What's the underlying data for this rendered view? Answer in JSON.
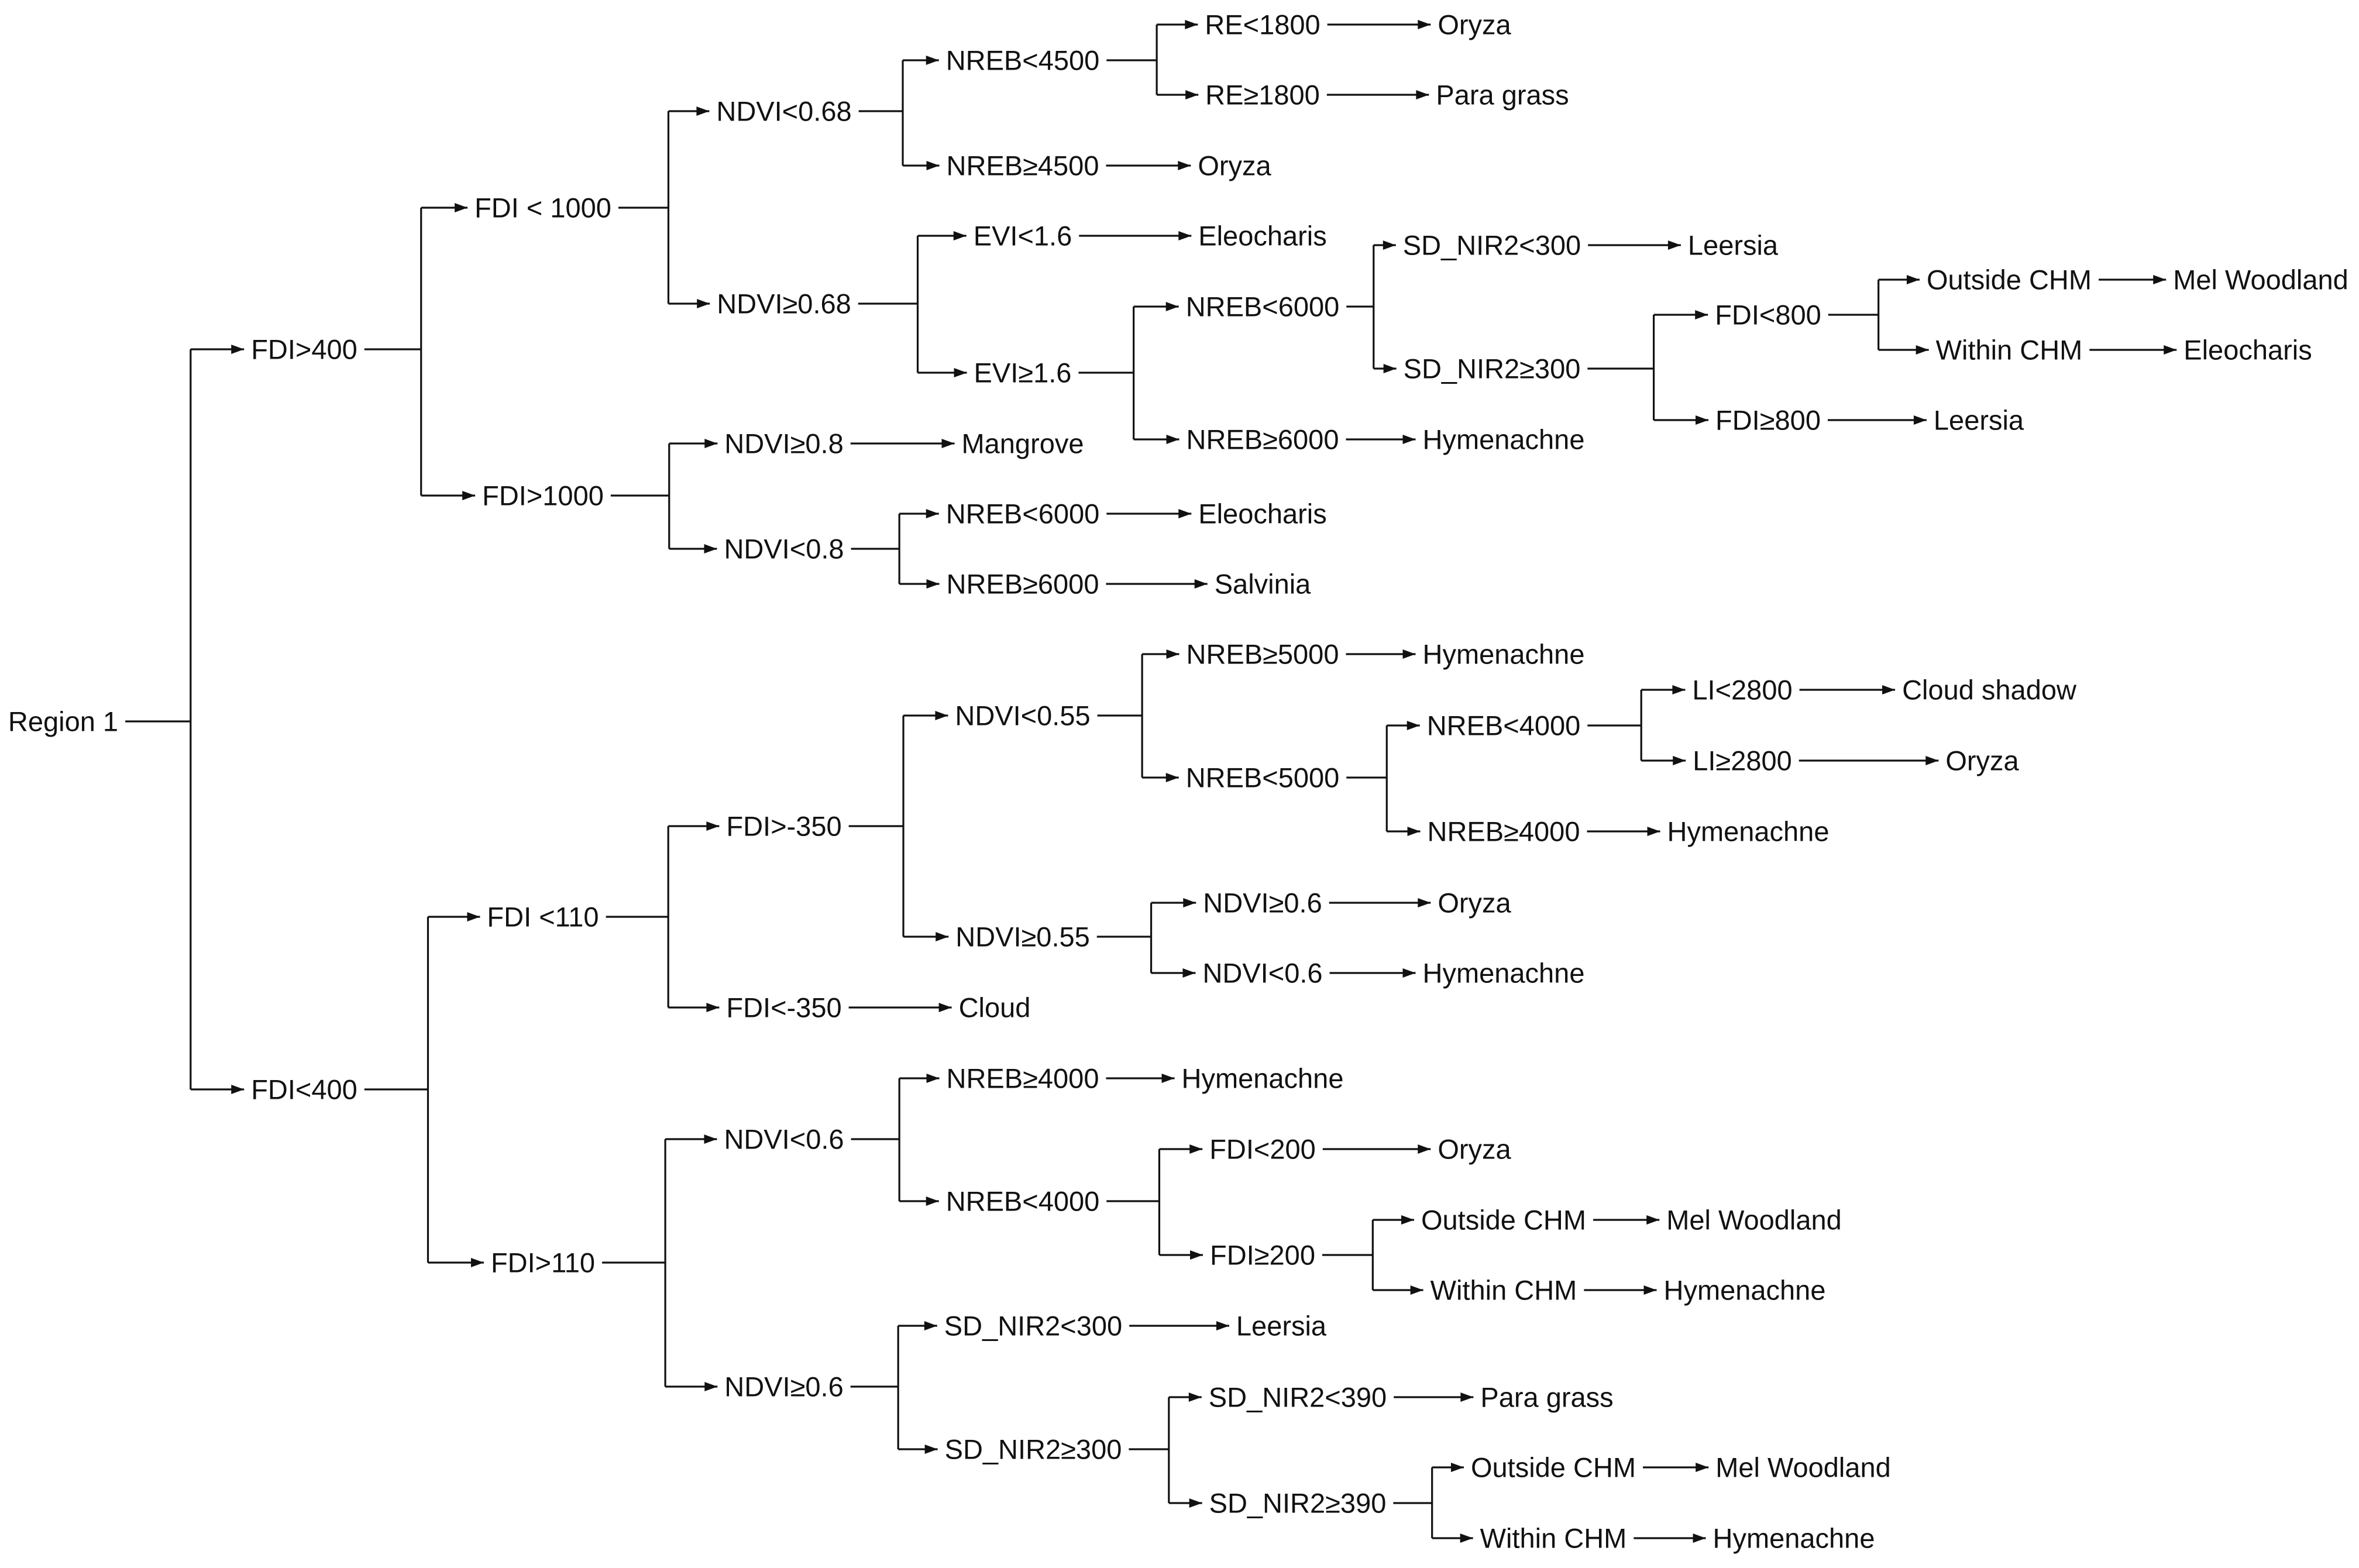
{
  "diagram": {
    "type": "decision-tree",
    "line_color": "#111111",
    "text_color": "#111111",
    "background": "#ffffff",
    "nodes": [
      {
        "id": "n1",
        "label": "Region 1"
      },
      {
        "id": "n2",
        "label": "FDI>400"
      },
      {
        "id": "n3",
        "label": "FDI<400"
      },
      {
        "id": "n4",
        "label": "FDI < 1000"
      },
      {
        "id": "n5",
        "label": "FDI>1000"
      },
      {
        "id": "n6",
        "label": "NDVI<0.68"
      },
      {
        "id": "n7",
        "label": "NDVI≥0.68"
      },
      {
        "id": "n8",
        "label": "NREB<4500"
      },
      {
        "id": "n9",
        "label": "NREB≥4500"
      },
      {
        "id": "n10",
        "label": "RE<1800"
      },
      {
        "id": "n11",
        "label": "RE≥1800"
      },
      {
        "id": "n12",
        "label": "Oryza"
      },
      {
        "id": "n13",
        "label": "Para grass"
      },
      {
        "id": "n14",
        "label": "Oryza"
      },
      {
        "id": "n15",
        "label": "EVI<1.6"
      },
      {
        "id": "n16",
        "label": "EVI≥1.6"
      },
      {
        "id": "n17",
        "label": "Eleocharis"
      },
      {
        "id": "n18",
        "label": "NREB<6000"
      },
      {
        "id": "n19",
        "label": "NREB≥6000"
      },
      {
        "id": "n20",
        "label": "SD_NIR2<300"
      },
      {
        "id": "n21",
        "label": "SD_NIR2≥300"
      },
      {
        "id": "n22",
        "label": "Leersia"
      },
      {
        "id": "n23",
        "label": "FDI<800"
      },
      {
        "id": "n24",
        "label": "FDI≥800"
      },
      {
        "id": "n25",
        "label": "Outside CHM"
      },
      {
        "id": "n26",
        "label": "Within CHM"
      },
      {
        "id": "n27",
        "label": "Mel Woodland"
      },
      {
        "id": "n28",
        "label": "Eleocharis"
      },
      {
        "id": "n29",
        "label": "Leersia"
      },
      {
        "id": "n30",
        "label": "Hymenachne"
      },
      {
        "id": "n31",
        "label": "NDVI≥0.8"
      },
      {
        "id": "n32",
        "label": "NDVI<0.8"
      },
      {
        "id": "n33",
        "label": "Mangrove"
      },
      {
        "id": "n34",
        "label": "NREB<6000"
      },
      {
        "id": "n35",
        "label": "NREB≥6000"
      },
      {
        "id": "n36",
        "label": "Eleocharis"
      },
      {
        "id": "n37",
        "label": "Salvinia"
      },
      {
        "id": "n38",
        "label": "FDI <110"
      },
      {
        "id": "n39",
        "label": "FDI>110"
      },
      {
        "id": "n40",
        "label": "FDI>-350"
      },
      {
        "id": "n41",
        "label": "FDI<-350"
      },
      {
        "id": "n42",
        "label": "Cloud"
      },
      {
        "id": "n43",
        "label": "NDVI<0.55"
      },
      {
        "id": "n44",
        "label": "NDVI≥0.55"
      },
      {
        "id": "n45",
        "label": "NREB≥5000"
      },
      {
        "id": "n46",
        "label": "NREB<5000"
      },
      {
        "id": "n47",
        "label": "Hymenachne"
      },
      {
        "id": "n48",
        "label": "NREB<4000"
      },
      {
        "id": "n49",
        "label": "NREB≥4000"
      },
      {
        "id": "n50",
        "label": "LI<2800"
      },
      {
        "id": "n51",
        "label": "LI≥2800"
      },
      {
        "id": "n52",
        "label": "Cloud shadow"
      },
      {
        "id": "n53",
        "label": "Oryza"
      },
      {
        "id": "n54",
        "label": "Hymenachne"
      },
      {
        "id": "n55",
        "label": "NDVI≥0.6"
      },
      {
        "id": "n56",
        "label": "NDVI<0.6"
      },
      {
        "id": "n57",
        "label": "Oryza"
      },
      {
        "id": "n58",
        "label": "Hymenachne"
      },
      {
        "id": "n59",
        "label": "NDVI<0.6"
      },
      {
        "id": "n60",
        "label": "NDVI≥0.6"
      },
      {
        "id": "n61",
        "label": "NREB≥4000"
      },
      {
        "id": "n62",
        "label": "NREB<4000"
      },
      {
        "id": "n63",
        "label": "Hymenachne"
      },
      {
        "id": "n64",
        "label": "FDI<200"
      },
      {
        "id": "n65",
        "label": "FDI≥200"
      },
      {
        "id": "n66",
        "label": "Oryza"
      },
      {
        "id": "n67",
        "label": "Outside CHM"
      },
      {
        "id": "n68",
        "label": "Within CHM"
      },
      {
        "id": "n69",
        "label": "Mel Woodland"
      },
      {
        "id": "n70",
        "label": "Hymenachne"
      },
      {
        "id": "n71",
        "label": "SD_NIR2<300"
      },
      {
        "id": "n72",
        "label": "SD_NIR2≥300"
      },
      {
        "id": "n73",
        "label": "Leersia"
      },
      {
        "id": "n74",
        "label": "SD_NIR2<390"
      },
      {
        "id": "n75",
        "label": "SD_NIR2≥390"
      },
      {
        "id": "n76",
        "label": "Para grass"
      },
      {
        "id": "n77",
        "label": "Outside CHM"
      },
      {
        "id": "n78",
        "label": "Within CHM"
      },
      {
        "id": "n79",
        "label": "Mel Woodland"
      },
      {
        "id": "n80",
        "label": "Hymenachne"
      }
    ],
    "edges": [
      [
        "n1",
        "n2"
      ],
      [
        "n1",
        "n3"
      ],
      [
        "n2",
        "n4"
      ],
      [
        "n2",
        "n5"
      ],
      [
        "n4",
        "n6"
      ],
      [
        "n4",
        "n7"
      ],
      [
        "n6",
        "n8"
      ],
      [
        "n6",
        "n9"
      ],
      [
        "n8",
        "n10"
      ],
      [
        "n8",
        "n11"
      ],
      [
        "n10",
        "n12"
      ],
      [
        "n11",
        "n13"
      ],
      [
        "n9",
        "n14"
      ],
      [
        "n7",
        "n15"
      ],
      [
        "n7",
        "n16"
      ],
      [
        "n15",
        "n17"
      ],
      [
        "n16",
        "n18"
      ],
      [
        "n16",
        "n19"
      ],
      [
        "n18",
        "n20"
      ],
      [
        "n18",
        "n21"
      ],
      [
        "n20",
        "n22"
      ],
      [
        "n21",
        "n23"
      ],
      [
        "n21",
        "n24"
      ],
      [
        "n23",
        "n25"
      ],
      [
        "n23",
        "n26"
      ],
      [
        "n25",
        "n27"
      ],
      [
        "n26",
        "n28"
      ],
      [
        "n24",
        "n29"
      ],
      [
        "n19",
        "n30"
      ],
      [
        "n5",
        "n31"
      ],
      [
        "n5",
        "n32"
      ],
      [
        "n31",
        "n33"
      ],
      [
        "n32",
        "n34"
      ],
      [
        "n32",
        "n35"
      ],
      [
        "n34",
        "n36"
      ],
      [
        "n35",
        "n37"
      ],
      [
        "n3",
        "n38"
      ],
      [
        "n3",
        "n39"
      ],
      [
        "n38",
        "n40"
      ],
      [
        "n38",
        "n41"
      ],
      [
        "n41",
        "n42"
      ],
      [
        "n40",
        "n43"
      ],
      [
        "n40",
        "n44"
      ],
      [
        "n43",
        "n45"
      ],
      [
        "n43",
        "n46"
      ],
      [
        "n45",
        "n47"
      ],
      [
        "n46",
        "n48"
      ],
      [
        "n46",
        "n49"
      ],
      [
        "n48",
        "n50"
      ],
      [
        "n48",
        "n51"
      ],
      [
        "n50",
        "n52"
      ],
      [
        "n51",
        "n53"
      ],
      [
        "n49",
        "n54"
      ],
      [
        "n44",
        "n55"
      ],
      [
        "n44",
        "n56"
      ],
      [
        "n55",
        "n57"
      ],
      [
        "n56",
        "n58"
      ],
      [
        "n39",
        "n59"
      ],
      [
        "n39",
        "n60"
      ],
      [
        "n59",
        "n61"
      ],
      [
        "n59",
        "n62"
      ],
      [
        "n61",
        "n63"
      ],
      [
        "n62",
        "n64"
      ],
      [
        "n62",
        "n65"
      ],
      [
        "n64",
        "n66"
      ],
      [
        "n65",
        "n67"
      ],
      [
        "n65",
        "n68"
      ],
      [
        "n67",
        "n69"
      ],
      [
        "n68",
        "n70"
      ],
      [
        "n60",
        "n71"
      ],
      [
        "n60",
        "n72"
      ],
      [
        "n71",
        "n73"
      ],
      [
        "n72",
        "n74"
      ],
      [
        "n72",
        "n75"
      ],
      [
        "n74",
        "n76"
      ],
      [
        "n75",
        "n77"
      ],
      [
        "n75",
        "n78"
      ],
      [
        "n77",
        "n79"
      ],
      [
        "n78",
        "n80"
      ]
    ]
  }
}
